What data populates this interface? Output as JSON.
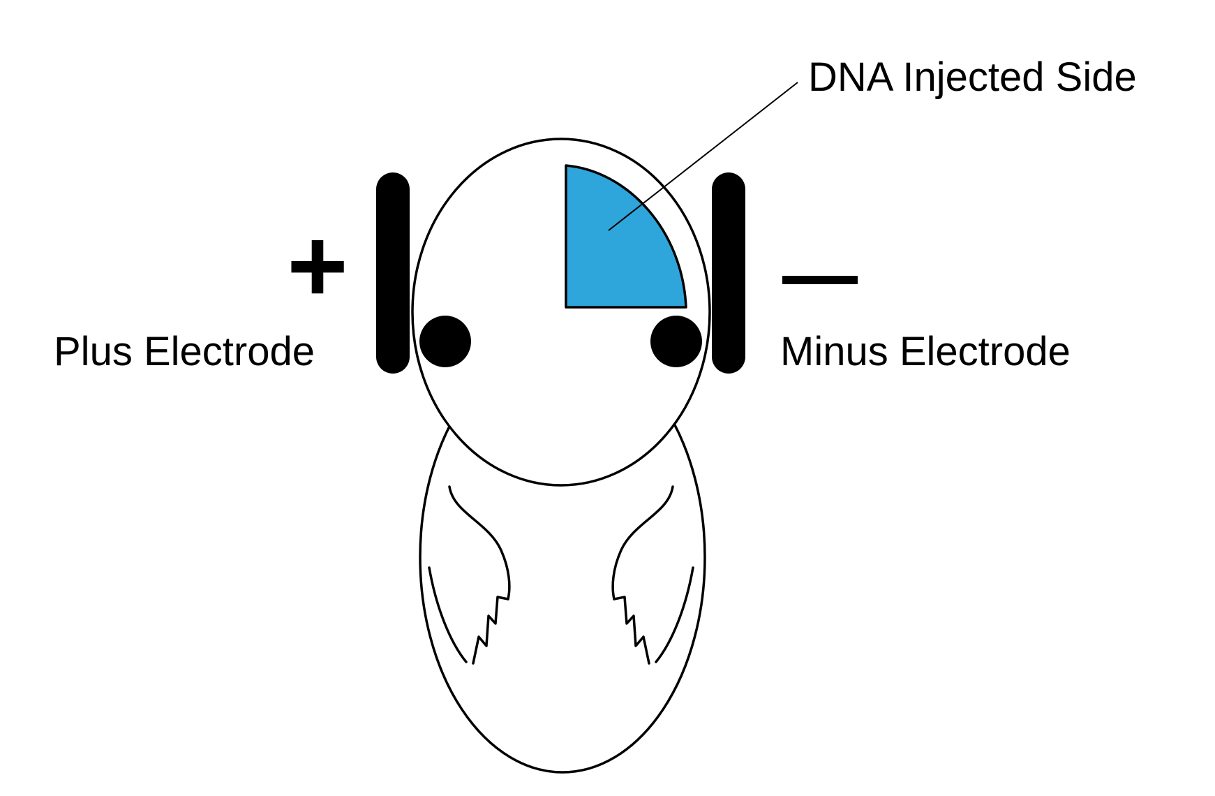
{
  "labels": {
    "injected": "DNA Injected Side",
    "plus_sign": "+",
    "plus_electrode": "Plus Electrode",
    "minus_electrode": "Minus Electrode"
  },
  "colors": {
    "injected_region": "#2EA6DB",
    "outline": "#000000",
    "background": "#FFFFFF"
  }
}
